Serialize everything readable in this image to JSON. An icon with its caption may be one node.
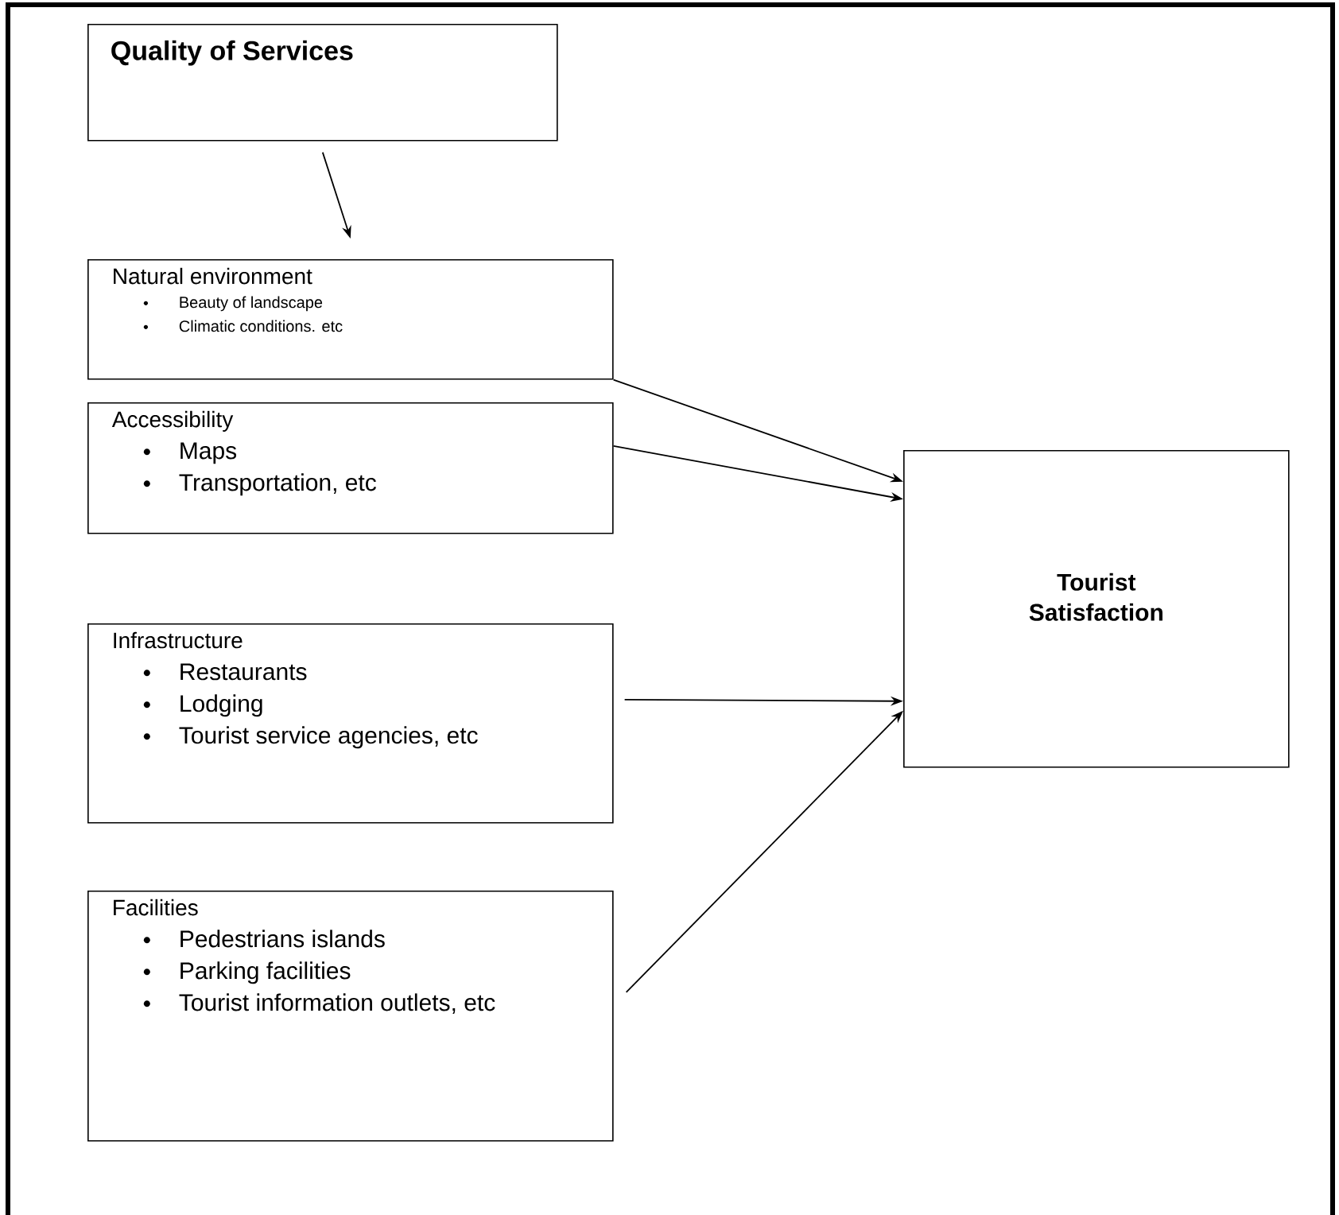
{
  "diagram": {
    "nodes": [
      {
        "text": [
          "Quality of Services"
        ]
      },
      {
        "text": [
          "Natural environment",
          "Beauty of landscape",
          "Climatic conditions. etc"
        ]
      },
      {
        "text": [
          "Accessibility",
          "Maps",
          "Transportation, etc"
        ]
      },
      {
        "text": [
          "Infrastructure",
          "Restaurants",
          "Lodging",
          "Tourist service agencies, etc"
        ]
      },
      {
        "text": [
          "Facilities",
          "Pedestrians islands",
          "Parking facilities",
          "Tourist information outlets, etc"
        ]
      },
      {
        "text": [
          "Tourist Satisfaction"
        ]
      }
    ],
    "edges": [
      {
        "from": 0,
        "to": 1,
        "arrow": "to"
      },
      {
        "from": 1,
        "to": 5,
        "arrow": "to"
      },
      {
        "from": 2,
        "to": 5,
        "arrow": "to"
      },
      {
        "from": 3,
        "to": 5,
        "arrow": "to"
      },
      {
        "from": 4,
        "to": 5,
        "arrow": "to"
      }
    ]
  }
}
